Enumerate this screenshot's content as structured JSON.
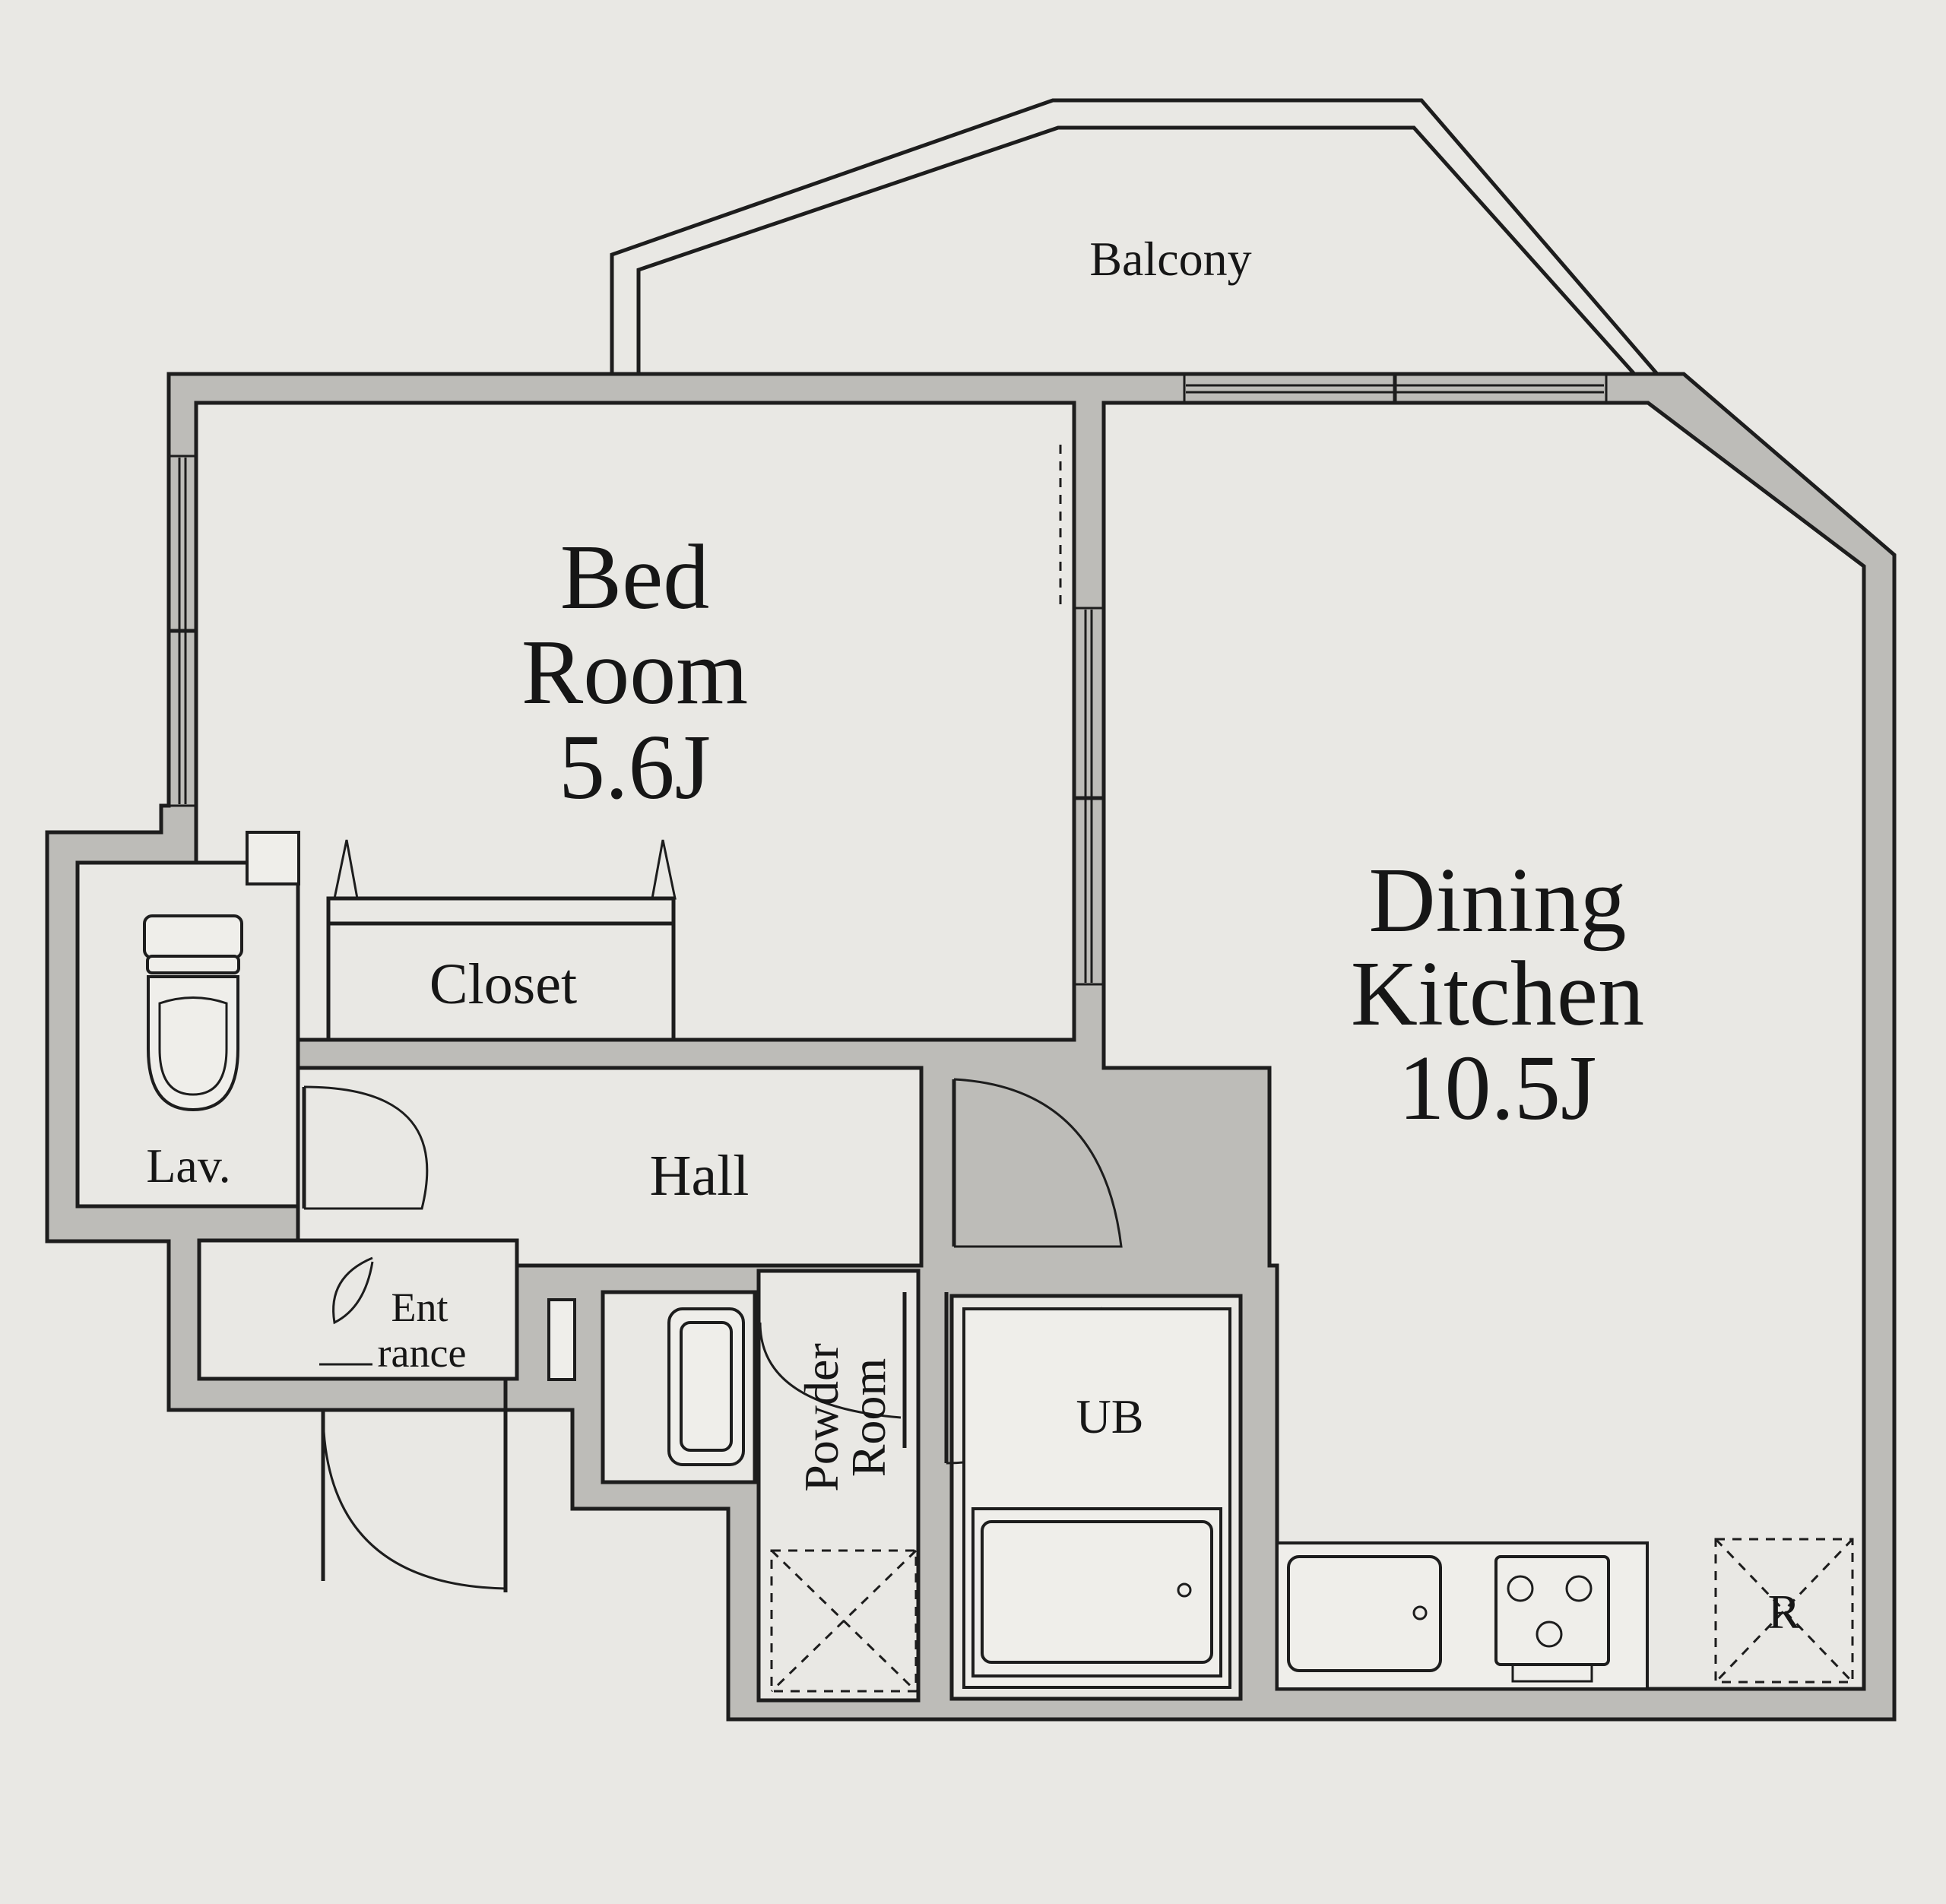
{
  "rooms": {
    "balcony": "Balcony",
    "bedroom": {
      "line1": "Bed",
      "line2": "Room",
      "area": "5.6J"
    },
    "dining_kitchen": {
      "line1": "Dining",
      "line2": "Kitchen",
      "area": "10.5J"
    },
    "closet": "Closet",
    "lavatory": "Lav.",
    "hall": "Hall",
    "entrance": {
      "line1": "Ent",
      "line2": "rance"
    },
    "powder_room": {
      "line1": "Powder",
      "line2": "Room"
    },
    "unit_bath": "UB",
    "refrigerator": "R"
  }
}
